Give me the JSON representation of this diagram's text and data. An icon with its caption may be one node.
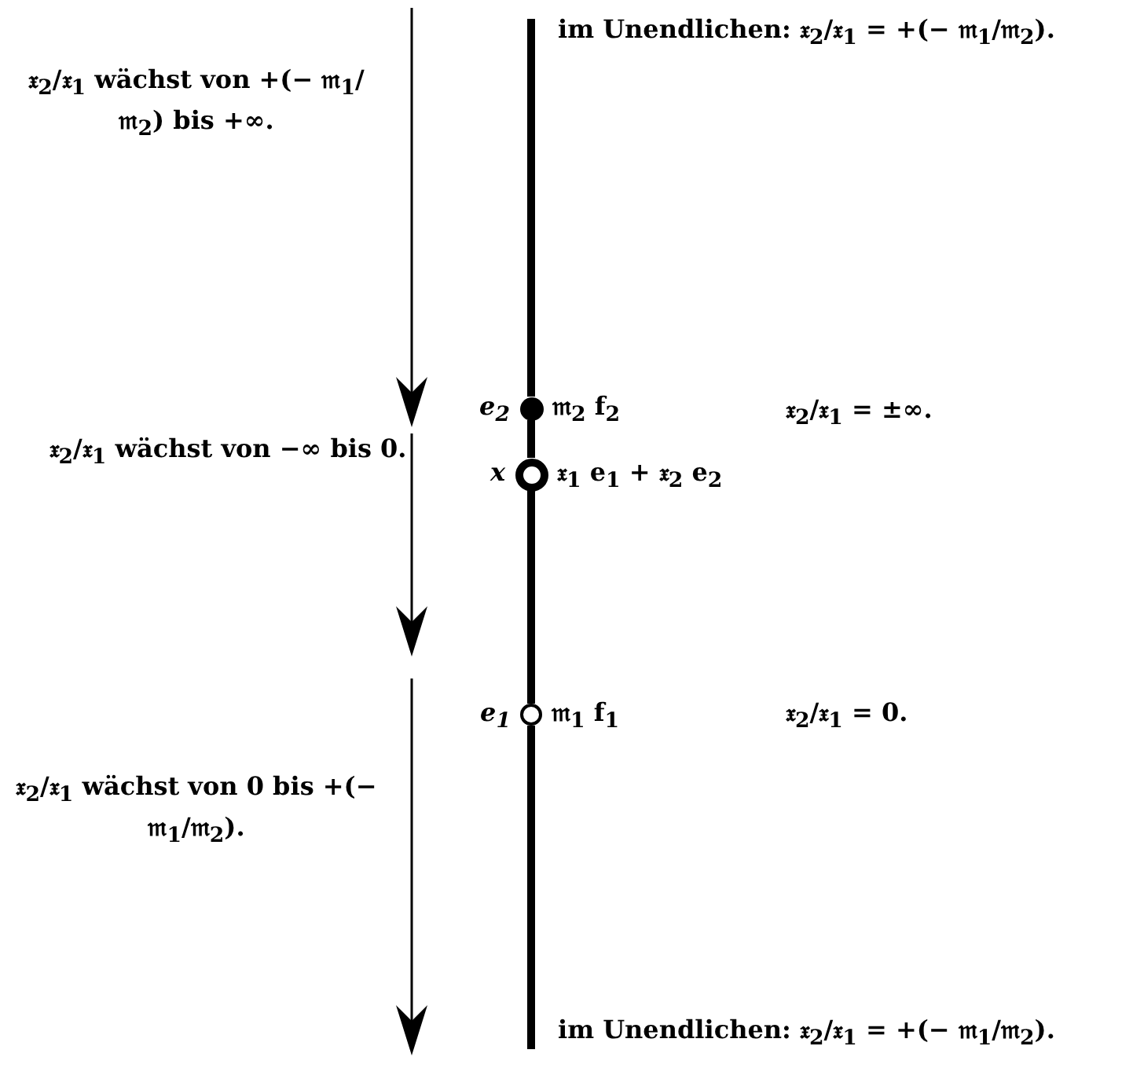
{
  "diagram": {
    "nodes": [
      {
        "text": [],
        "shape": "circle",
        "beside": [
          "e$_{2}$",
          "𝔪$_{2}$ f$_{2}$"
        ]
      },
      {
        "text": [],
        "shape": "circle",
        "beside": [
          "x",
          "𝔵$_{1}$ e$_{1}$ + 𝔵$_{2}$ e$_{2}$"
        ]
      },
      {
        "text": [],
        "shape": "circle",
        "beside": [
          "e$_{1}$",
          "𝔪$_{1}$ f$_{1}$"
        ]
      }
    ],
    "edges": [
      {
        "from": null,
        "to": 0,
        "arrow": "none"
      },
      {
        "from": 0,
        "to": 1,
        "arrow": "none"
      },
      {
        "from": 1,
        "to": 2,
        "arrow": "none"
      },
      {
        "from": 2,
        "to": null,
        "arrow": "none"
      }
    ],
    "labels": [
      "im Unendlichen: 𝔵$_{2}$/𝔵$_{1}$ = +(− 𝔪$_{1}$/𝔪$_{2}$).",
      "𝔵$_{2}$/𝔵$_{1}$ wächst von +(− 𝔪$_{1}$/𝔪$_{2}$) bis +∞.",
      "𝔵$_{2}$/𝔵$_{1}$ = ±∞.",
      "𝔵$_{2}$/𝔵$_{1}$ wächst von −∞ bis 0.",
      "𝔵$_{2}$/𝔵$_{1}$ = 0.",
      "𝔵$_{2}$/𝔵$_{1}$ wächst von 0 bis +(− 𝔪$_{1}$/𝔪$_{2}$).",
      "im Unendlichen: 𝔵$_{2}$/𝔵$_{1}$ = +(− 𝔪$_{1}$/𝔪$_{2}$)."
    ]
  }
}
